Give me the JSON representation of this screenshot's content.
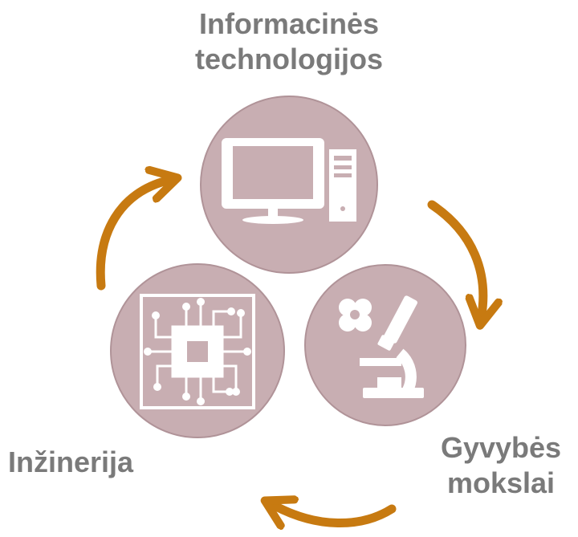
{
  "nodes": {
    "it": {
      "label_line1": "Informacinės",
      "label_line2": "technologijos",
      "icon": "desktop-computer-icon"
    },
    "life": {
      "label_line1": "Gyvybės",
      "label_line2": "mokslai",
      "icon": "microscope-icon"
    },
    "eng": {
      "label": "Inžinerija",
      "icon": "circuit-board-icon"
    }
  },
  "colors": {
    "circle_fill": "#c8aeb2",
    "circle_stroke": "#b09398",
    "arrow": "#c77a11",
    "text": "#7a7a7a",
    "icon": "#ffffff"
  }
}
